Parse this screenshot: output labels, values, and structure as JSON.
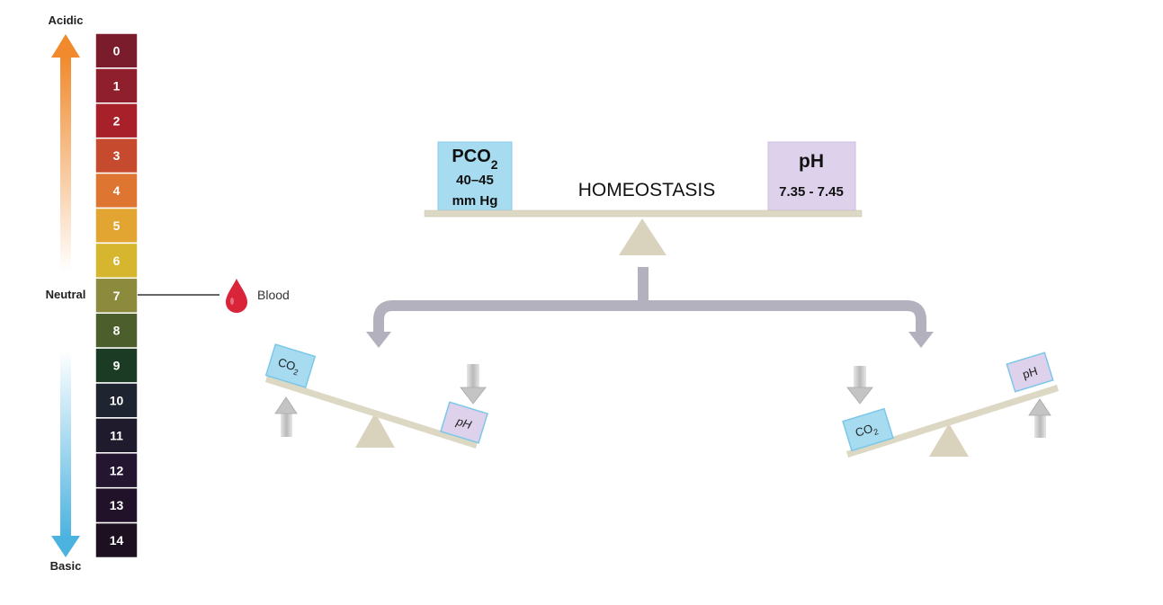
{
  "scale": {
    "top_label": "Acidic",
    "middle_label": "Neutral",
    "bottom_label": "Basic",
    "marker_label": "Blood",
    "marker_level": "7",
    "levels": [
      {
        "label": "0",
        "color": "#7a1c2c"
      },
      {
        "label": "1",
        "color": "#8f1f2c"
      },
      {
        "label": "2",
        "color": "#a8202a"
      },
      {
        "label": "3",
        "color": "#c64a2e"
      },
      {
        "label": "4",
        "color": "#de7631"
      },
      {
        "label": "5",
        "color": "#e2a531"
      },
      {
        "label": "6",
        "color": "#d6b52f"
      },
      {
        "label": "7",
        "color": "#8c8a3c"
      },
      {
        "label": "8",
        "color": "#4c5e2c"
      },
      {
        "label": "9",
        "color": "#1c3b24"
      },
      {
        "label": "10",
        "color": "#1e2530"
      },
      {
        "label": "11",
        "color": "#1f1b2c"
      },
      {
        "label": "12",
        "color": "#241630"
      },
      {
        "label": "13",
        "color": "#21122a"
      },
      {
        "label": "14",
        "color": "#1d1020"
      }
    ],
    "colors": {
      "acid_arrow": "#f08a2c",
      "base_arrow": "#4cb3e0",
      "blood": "#d9243a"
    }
  },
  "homeostasis": {
    "title": "HOMEOSTASIS",
    "pco2_box": {
      "label": "PCO",
      "subscript": "2",
      "range": "40–45",
      "unit": "mm Hg"
    },
    "ph_box": {
      "label": "pH",
      "range": "7.35 - 7.45"
    }
  },
  "imbalances": {
    "left": {
      "co2_label": "CO",
      "co2_sub": "2",
      "ph_label": "pH"
    },
    "right": {
      "co2_label": "CO",
      "co2_sub": "2",
      "ph_label": "pH"
    }
  },
  "colors": {
    "beam": "#dcd8c4",
    "fulcrum": "#d9d3bd",
    "connector": "#b3b1bd",
    "co2_box": "#a6dbf0",
    "co2_border": "#7cc7e8",
    "ph_box": "#ddd1ec",
    "ph_border": "#b9a9d6"
  }
}
